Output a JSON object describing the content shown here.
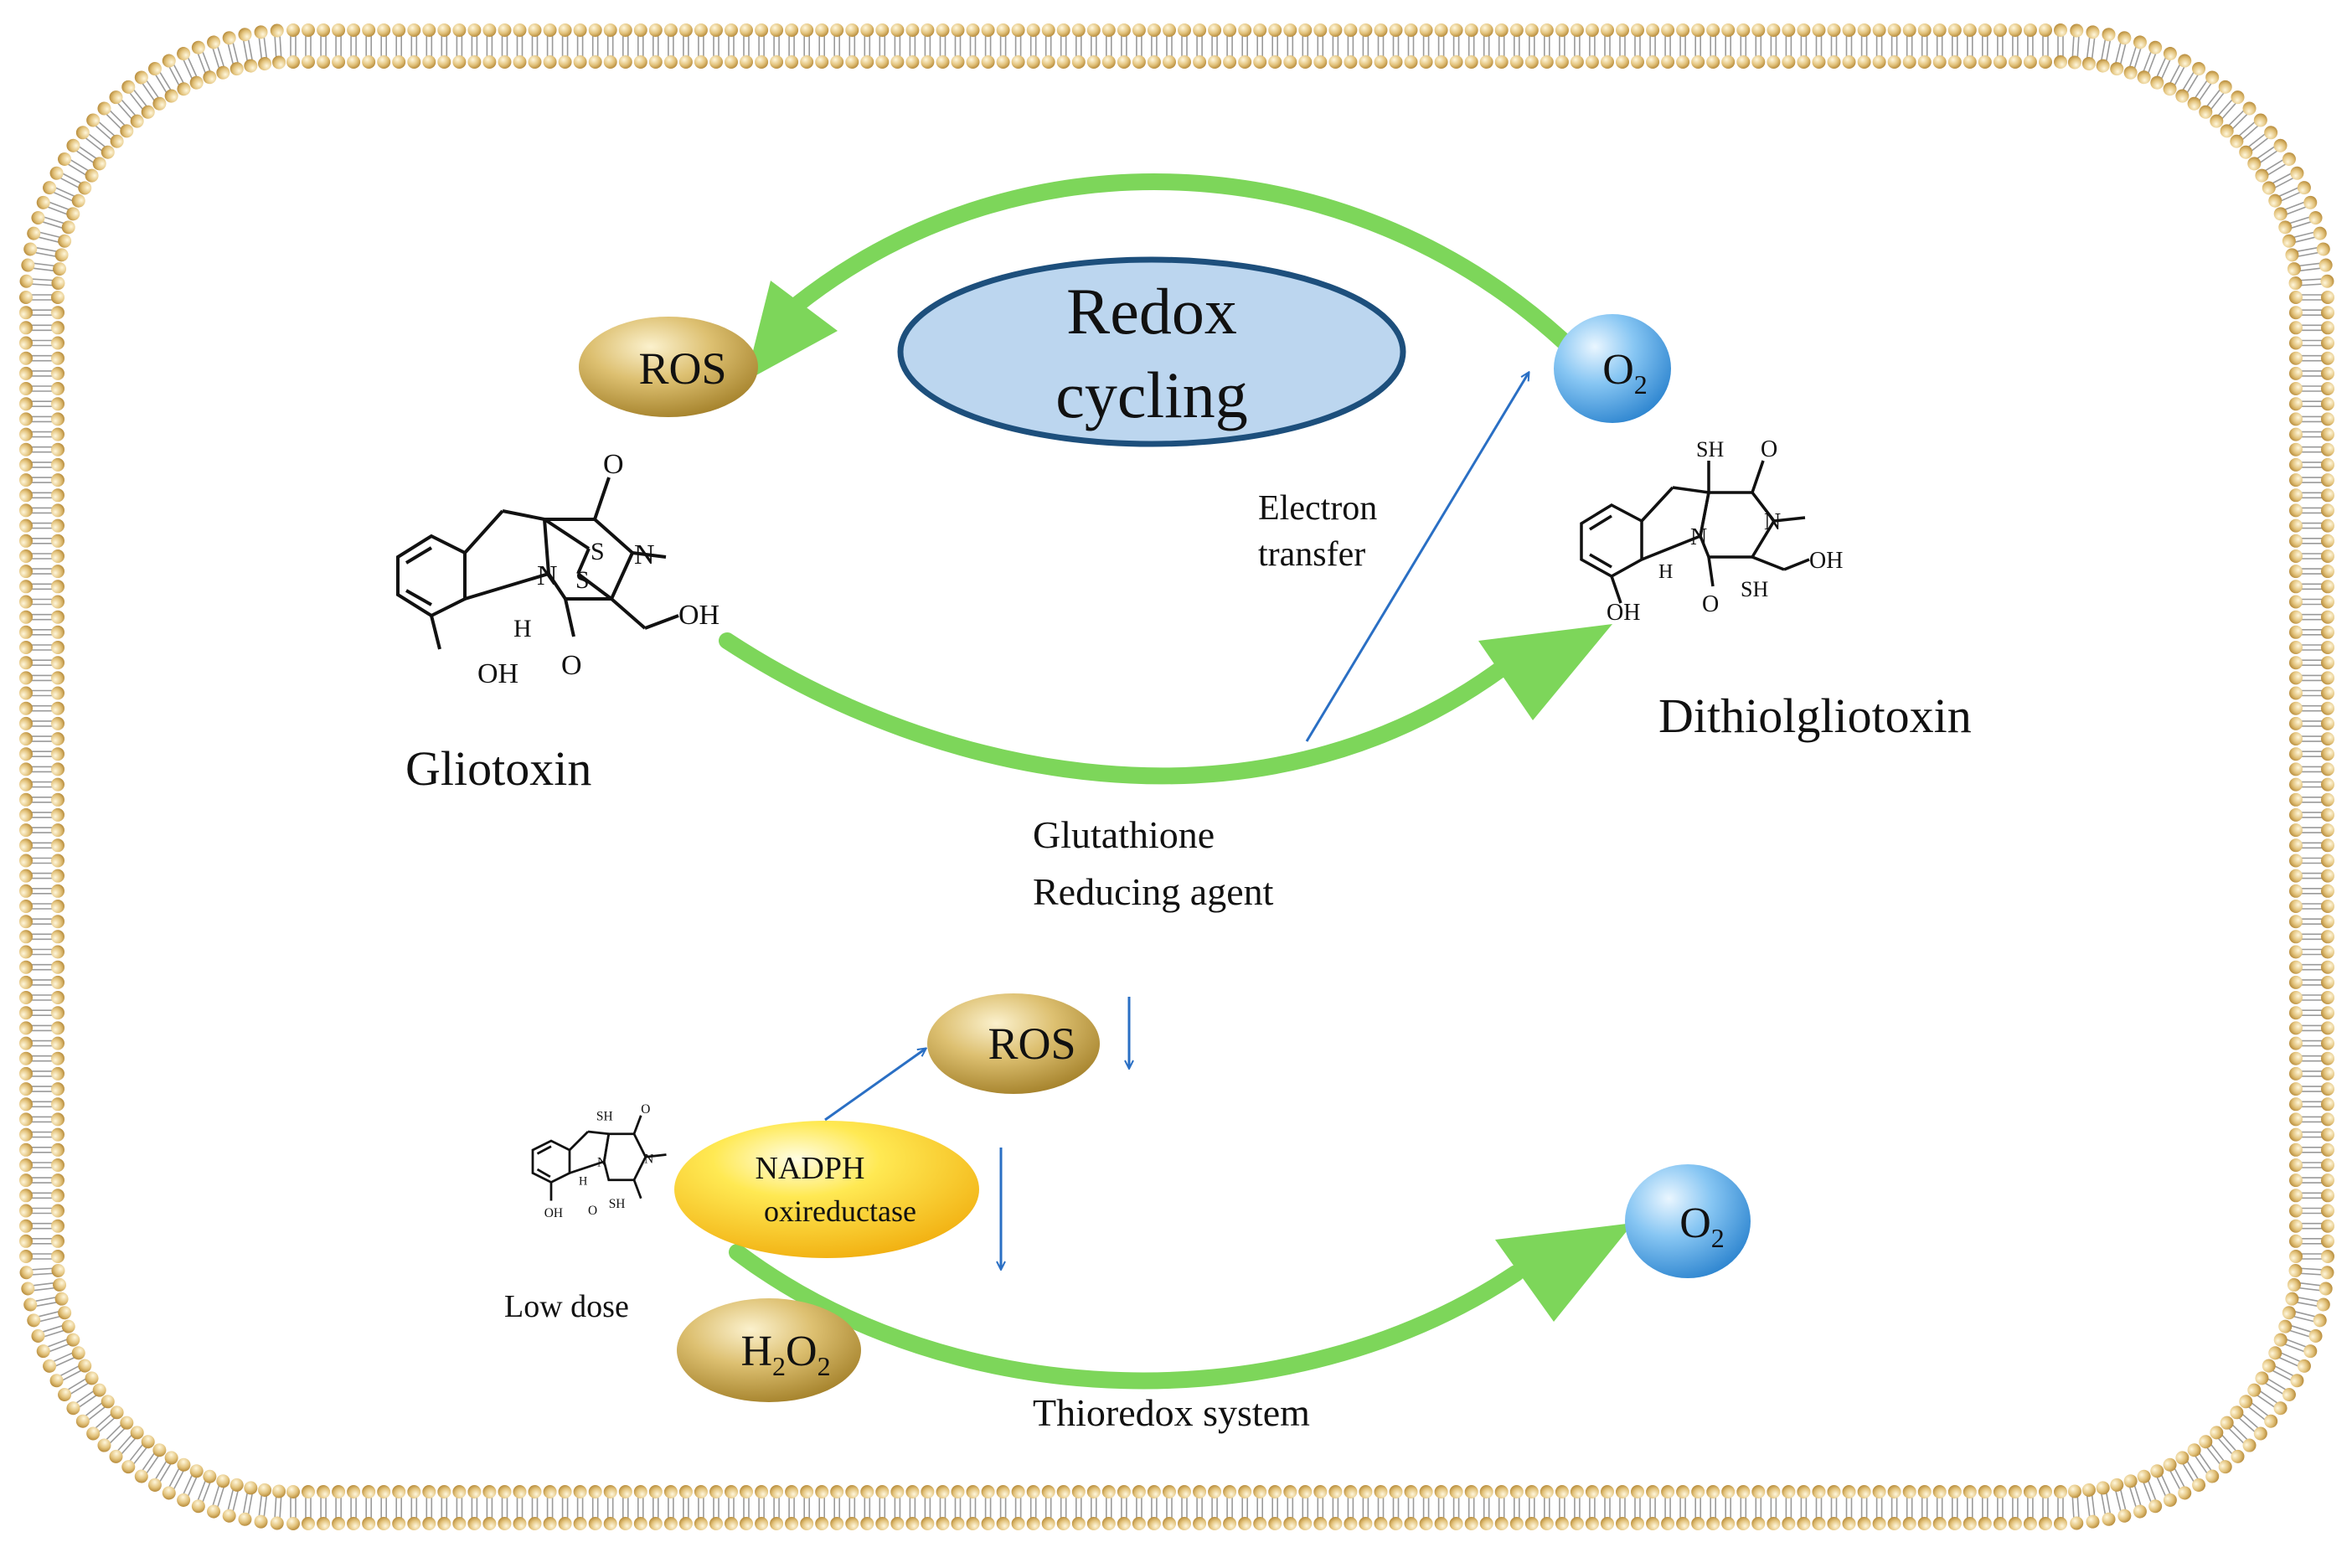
{
  "redox": {
    "line1": "Redox",
    "line2": "cycling"
  },
  "nodes": {
    "ros_top": "ROS",
    "o2_top_main": "O",
    "o2_top_sub": "2",
    "ros_bottom": "ROS",
    "o2_bottom_main": "O",
    "o2_bottom_sub": "2",
    "h2o2_h": "H",
    "h2o2_sub1": "2",
    "h2o2_o": "O",
    "h2o2_sub2": "2",
    "nadph_line1": "NADPH",
    "nadph_line2": "oxireductase"
  },
  "labels": {
    "gliotoxin": "Gliotoxin",
    "dithiol": "Dithiolgliotoxin",
    "electron1": "Electron",
    "electron2": "transfer",
    "glutathione": "Glutathione",
    "reducing": "Reducing agent",
    "low_dose": "Low dose",
    "thioredox": "Thioredox system"
  },
  "atoms": {
    "O": "O",
    "N": "N",
    "S": "S",
    "H": "H",
    "OH": "OH",
    "SH": "SH"
  },
  "colors": {
    "membrane": "#d8b46c",
    "green_arrow": "#7dd65a",
    "blue_arrow": "#2a6fc4",
    "ellipse_fill": "#bcd6ef",
    "ellipse_stroke": "#1d4f7c",
    "gold_node": "#c9a447",
    "o2_node": "#4da8ea",
    "nadph_node": "#f4c400"
  }
}
